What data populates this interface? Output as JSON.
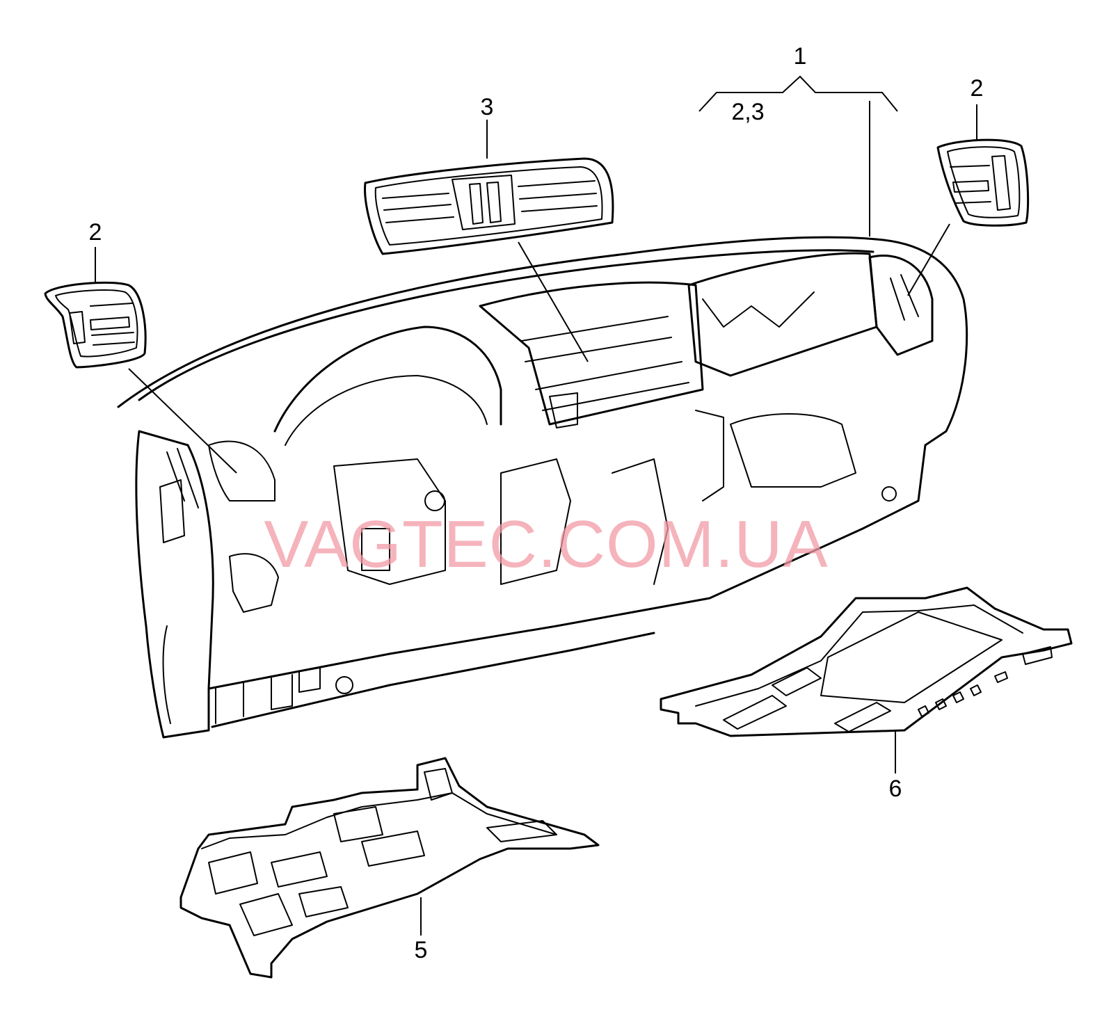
{
  "callouts": {
    "c1": "1",
    "c1_sub": "2,3",
    "c2_left": "2",
    "c2_right": "2",
    "c3": "3",
    "c5": "5",
    "c6": "6"
  },
  "watermark": "VAGTEC.COM.UA",
  "colors": {
    "line": "#000000",
    "watermark": "#f29aa6",
    "background": "#ffffff"
  }
}
